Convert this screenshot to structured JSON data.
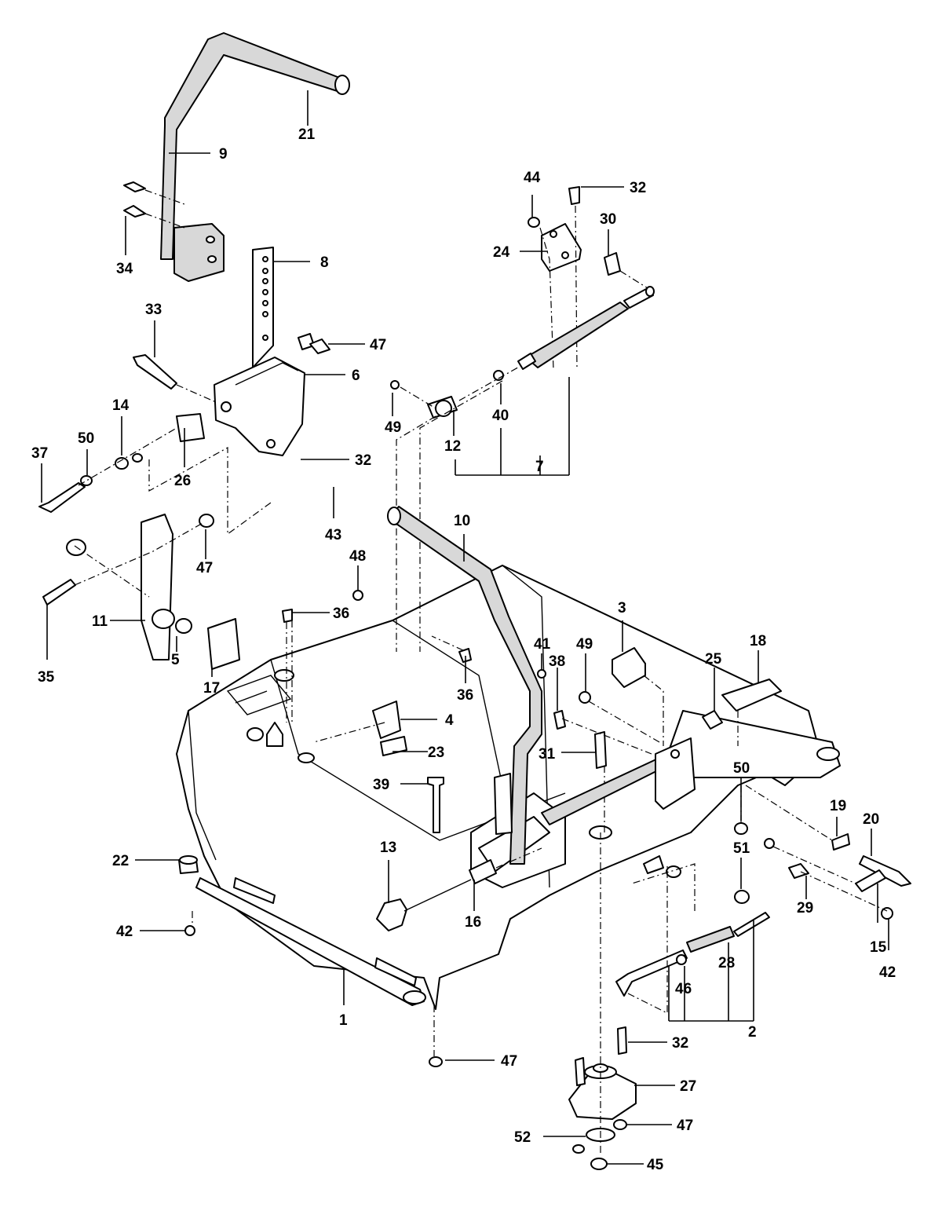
{
  "callouts": {
    "c1": "1",
    "c2": "2",
    "c3": "3",
    "c4": "4",
    "c5": "5",
    "c6": "6",
    "c7": "7",
    "c8": "8",
    "c9": "9",
    "c10": "10",
    "c11": "11",
    "c12": "12",
    "c13": "13",
    "c14": "14",
    "c15": "15",
    "c16": "16",
    "c17": "17",
    "c18": "18",
    "c19": "19",
    "c20": "20",
    "c21": "21",
    "c22": "22",
    "c23": "23",
    "c24": "24",
    "c25": "25",
    "c26": "26",
    "c27": "27",
    "c28": "28",
    "c29": "29",
    "c30": "30",
    "c31": "31",
    "c32a": "32",
    "c32b": "32",
    "c32c": "32",
    "c33": "33",
    "c34": "34",
    "c35": "35",
    "c36a": "36",
    "c36b": "36",
    "c37": "37",
    "c38": "38",
    "c39": "39",
    "c40": "40",
    "c41": "41",
    "c42a": "42",
    "c42b": "42",
    "c43": "43",
    "c44": "44",
    "c45": "45",
    "c46": "46",
    "c47a": "47",
    "c47b": "47",
    "c47c": "47",
    "c47d": "47",
    "c48": "48",
    "c49a": "49",
    "c49b": "49",
    "c50a": "50",
    "c50b": "50",
    "c51": "51",
    "c52": "52"
  }
}
